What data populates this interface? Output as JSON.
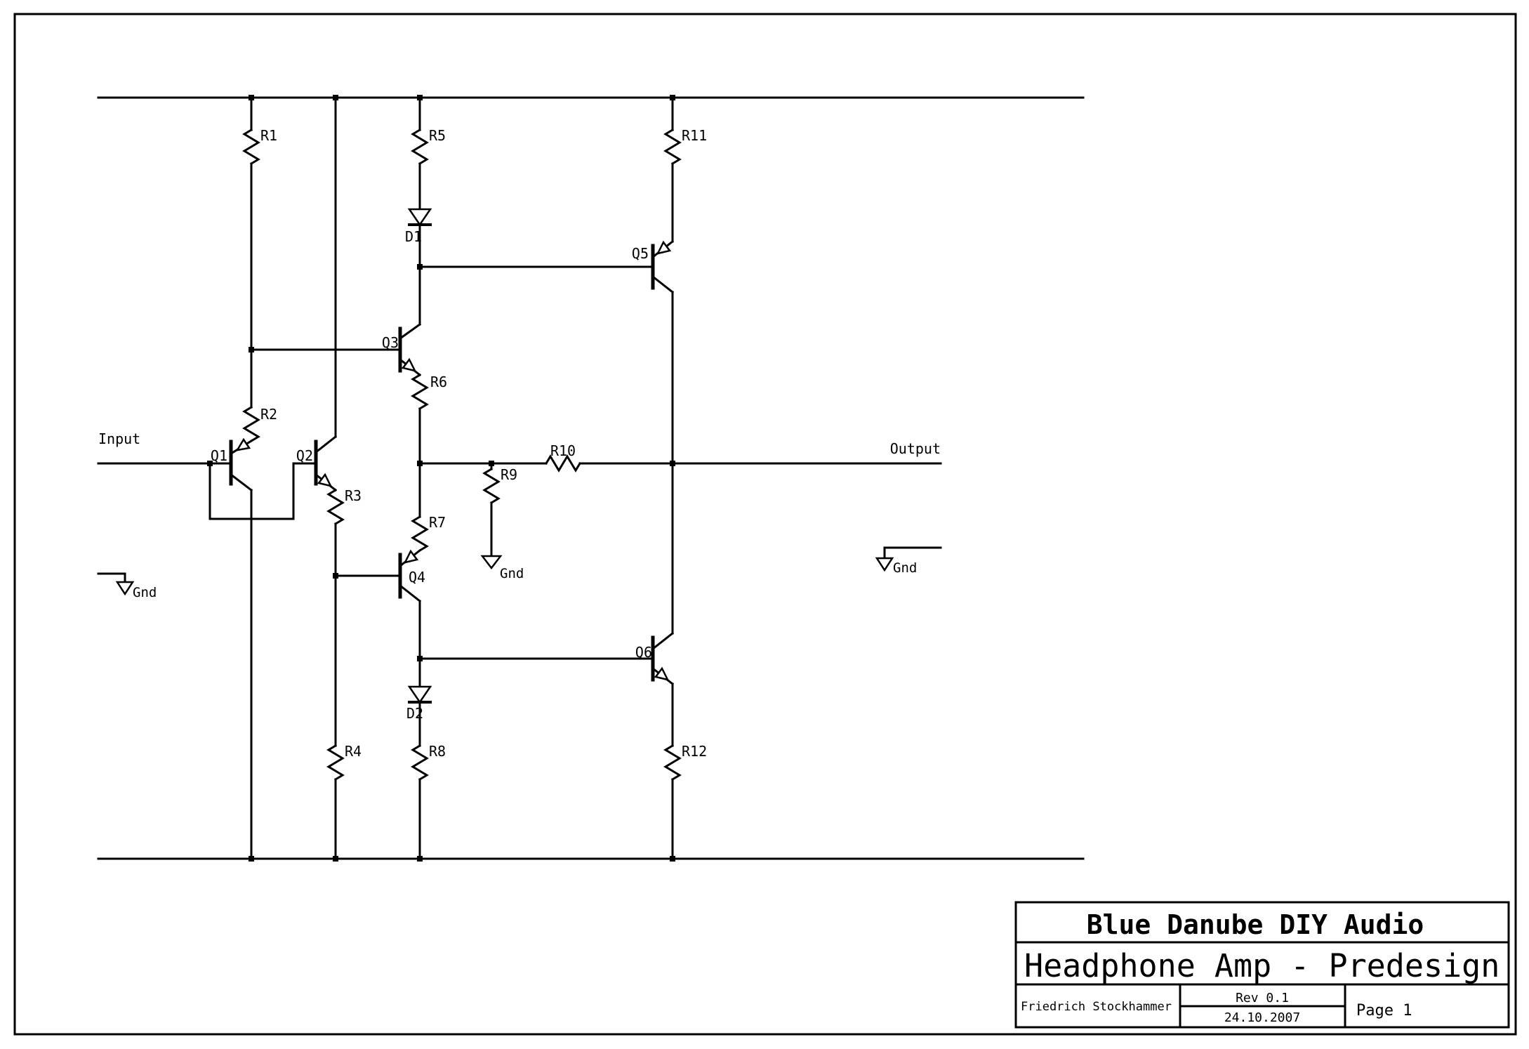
{
  "canvas": {
    "paper_color": "#ffffff",
    "ink_color": "#000000"
  },
  "schematic": {
    "ports": {
      "input": "Input",
      "output": "Output"
    },
    "grounds": {
      "left": "Gnd",
      "center": "Gnd",
      "right": "Gnd"
    },
    "resistors": {
      "r1": "R1",
      "r2": "R2",
      "r3": "R3",
      "r4": "R4",
      "r5": "R5",
      "r6": "R6",
      "r7": "R7",
      "r8": "R8",
      "r9": "R9",
      "r10": "R10",
      "r11": "R11",
      "r12": "R12"
    },
    "diodes": {
      "d1": "D1",
      "d2": "D2"
    },
    "transistors": {
      "q1": "Q1",
      "q2": "Q2",
      "q3": "Q3",
      "q4": "Q4",
      "q5": "Q5",
      "q6": "Q6"
    }
  },
  "title_block": {
    "company": "Blue Danube DIY Audio",
    "drawing_title": "Headphone Amp - Predesign",
    "author": "Friedrich Stockhammer",
    "revision": "Rev 0.1",
    "date": "24.10.2007",
    "page": "Page 1"
  }
}
